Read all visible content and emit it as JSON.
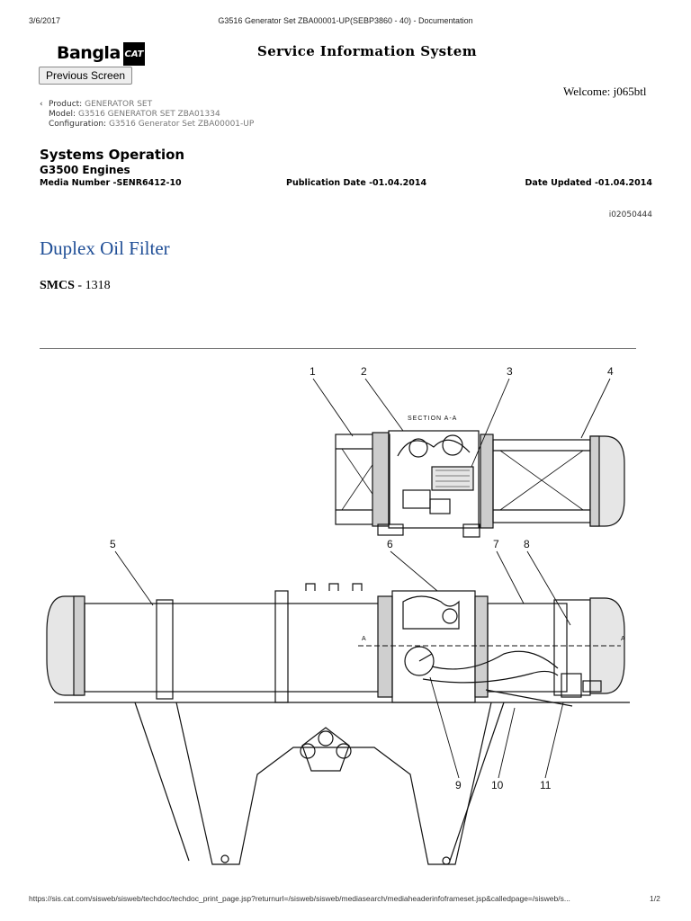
{
  "print_header": {
    "date": "3/6/2017",
    "title": "G3516 Generator Set ZBA00001-UP(SEBP3860 - 40) - Documentation"
  },
  "header": {
    "dealer_name": "Bangla",
    "brand_mark": "CAT",
    "system_title": "Service Information System",
    "previous_button": "Previous Screen",
    "welcome": "Welcome: j065btl"
  },
  "context": {
    "product_label": "Product:",
    "product_value": "GENERATOR SET",
    "model_label": "Model:",
    "model_value": "G3516 GENERATOR SET ZBA01334",
    "config_label": "Configuration:",
    "config_value": "G3516 Generator Set ZBA00001-UP"
  },
  "doc": {
    "section": "Systems Operation",
    "engines": "G3500 Engines",
    "media_number": "Media Number -SENR6412-10",
    "publication_date": "Publication Date -01.04.2014",
    "date_updated": "Date Updated -01.04.2014",
    "doc_id": "i02050444",
    "title": "Duplex Oil Filter",
    "smcs_label": "SMCS",
    "smcs_value": " - 1318"
  },
  "illustration": {
    "section_label": "SECTION A-A",
    "callouts": [
      "1",
      "2",
      "3",
      "4",
      "5",
      "6",
      "7",
      "8",
      "9",
      "10",
      "11"
    ],
    "section_marker": "A"
  },
  "footer": {
    "url": "https://sis.cat.com/sisweb/sisweb/techdoc/techdoc_print_page.jsp?returnurl=/sisweb/sisweb/mediasearch/mediaheaderinfoframeset.jsp&calledpage=/sisweb/s...",
    "page": "1/2"
  }
}
